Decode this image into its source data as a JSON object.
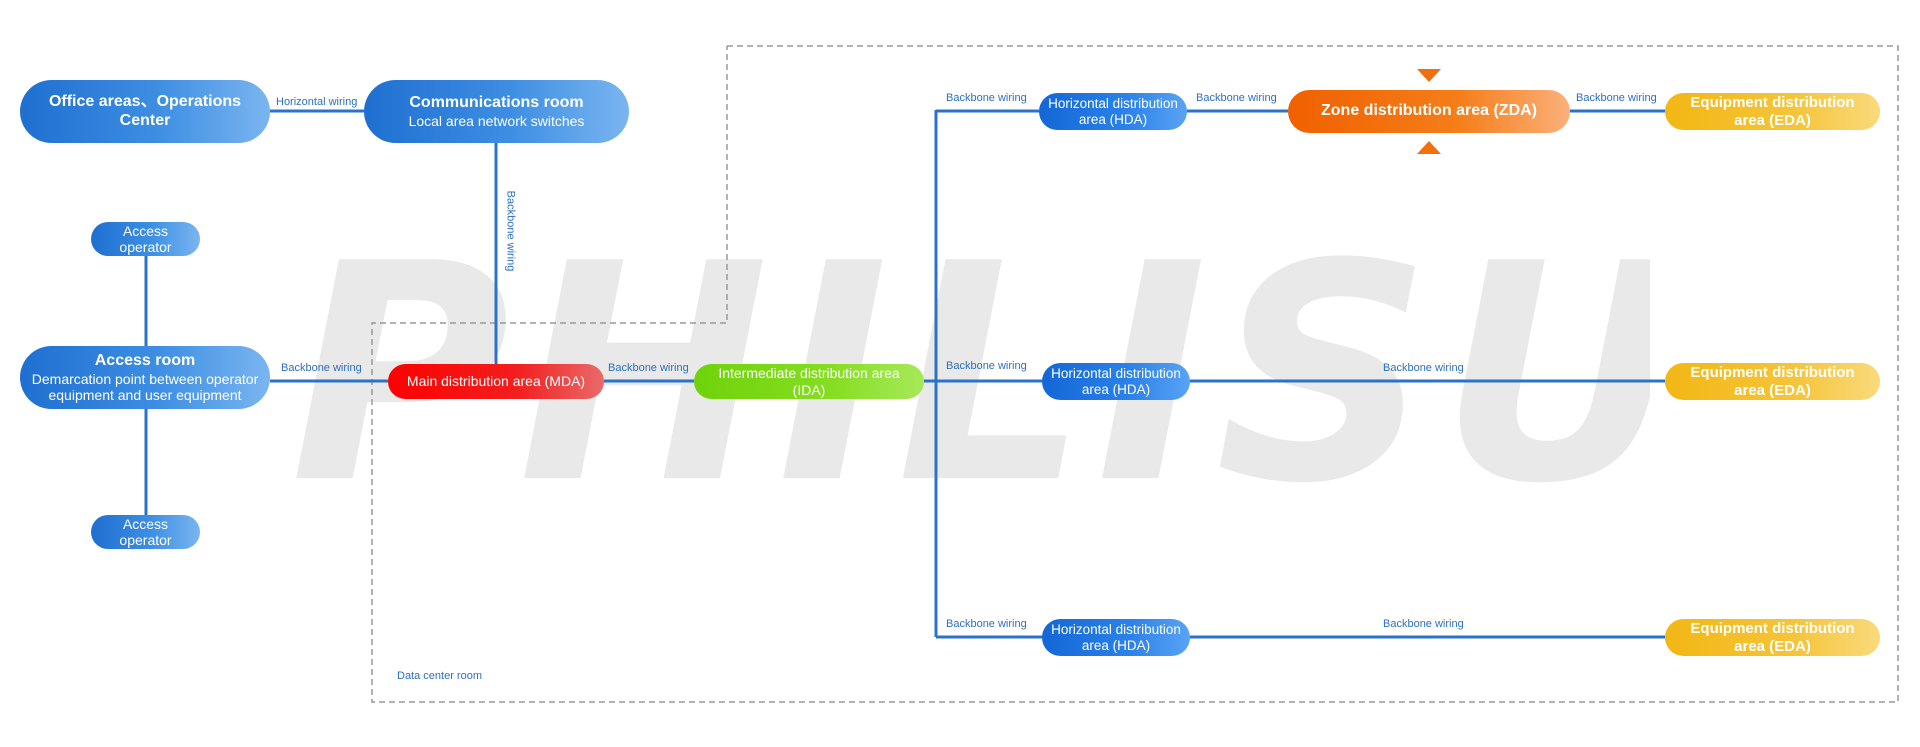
{
  "watermark": "PHILISUN",
  "room_label": "Data center room",
  "nodes": {
    "office": {
      "title": "Office areas、Operations Center"
    },
    "comms": {
      "title": "Communications room",
      "subtitle": "Local area network switches"
    },
    "access_op_top": {
      "title": "Access operator"
    },
    "access_room": {
      "title": "Access room",
      "subtitle": "Demarcation point between operator equipment and user equipment"
    },
    "access_op_bottom": {
      "title": "Access operator"
    },
    "mda": {
      "title": "Main distribution area (MDA)"
    },
    "ida": {
      "title": "Intermediate distribution area (IDA)"
    },
    "hda1": {
      "title": "Horizontal distribution area (HDA)"
    },
    "zda": {
      "title": "Zone distribution area (ZDA)"
    },
    "eda1": {
      "title": "Equipment distribution area (EDA)"
    },
    "hda2": {
      "title": "Horizontal distribution area (HDA)"
    },
    "eda2": {
      "title": "Equipment distribution area (EDA)"
    },
    "hda3": {
      "title": "Horizontal distribution area (HDA)"
    },
    "eda3": {
      "title": "Equipment distribution area (EDA)"
    }
  },
  "edge_labels": {
    "office_comms": "Horizontal wiring",
    "comms_mda": "Backbone wiring",
    "access_mda": "Backbone wiring",
    "mda_ida": "Backbone wiring",
    "ida_hda1": "Backbone wiring",
    "hda1_zda": "Backbone wiring",
    "zda_eda1": "Backbone wiring",
    "ida_hda2": "Backbone wiring",
    "hda2_eda2": "Backbone wiring",
    "ida_hda3": "Backbone wiring",
    "hda3_eda3": "Backbone wiring"
  },
  "colors": {
    "line": "#2a73c8",
    "dashed_border": "#999999",
    "zda_marker": "#f07010"
  }
}
